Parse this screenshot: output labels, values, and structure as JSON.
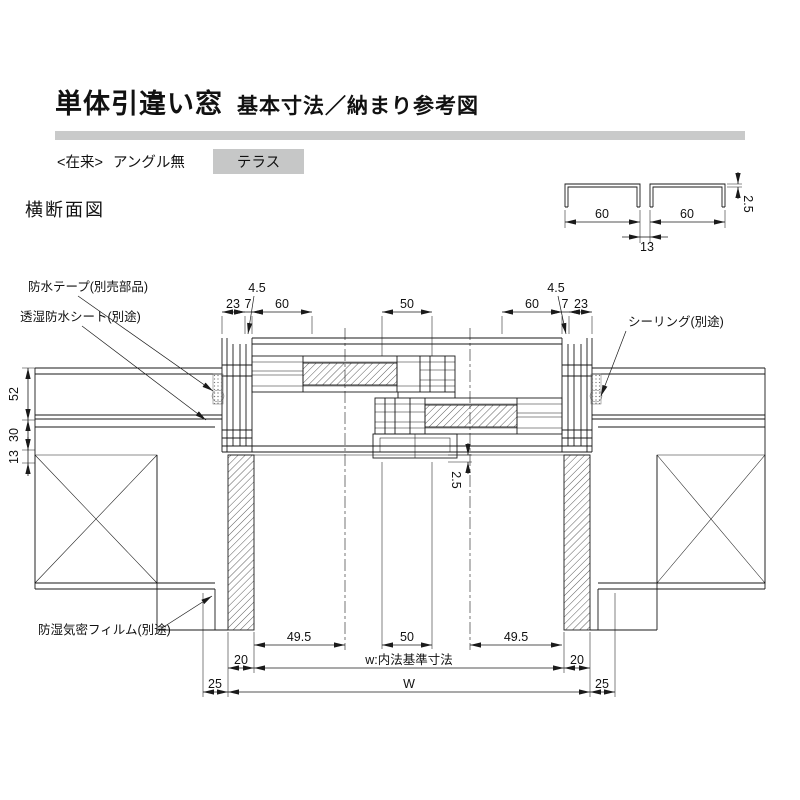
{
  "colors": {
    "title_bar": "#c9caca",
    "badge_bg": "#c6c7c7",
    "line": "#1a1a1a"
  },
  "header": {
    "title_main": "単体引違い窓",
    "title_sub": "基本寸法／納まり参考図",
    "spec_bracket": "<在来>",
    "spec_angle": "アングル無",
    "spec_type": "テラス"
  },
  "section": {
    "label": "横断面図"
  },
  "detail": {
    "dim_left": "60",
    "dim_right": "60",
    "dim_gap": "13",
    "dim_thickness": "2.5"
  },
  "annotations": {
    "waterproof_tape": "防水テープ(別売部品)",
    "breathable_sheet": "透湿防水シート(別途)",
    "sealing": "シーリング(別途)",
    "moisture_film": "防湿気密フィルム(別途)"
  },
  "dims": {
    "top": {
      "offset_left": "4.5",
      "a23_left": "23",
      "a7_left": "7",
      "a60_left": "60",
      "a50_center": "50",
      "a60_right": "60",
      "a7_right": "7",
      "a23_right": "23",
      "offset_right": "4.5"
    },
    "left": {
      "a52": "52",
      "a30": "30",
      "a13": "13"
    },
    "center": {
      "a2_5": "2.5"
    },
    "bottom": {
      "a49_5_left": "49.5",
      "a50_center": "50",
      "a49_5_right": "49.5",
      "a20_left": "20",
      "w_inner": "w:内法基準寸法",
      "a20_right": "20",
      "a25_left": "25",
      "w_overall": "W",
      "a25_right": "25"
    }
  }
}
